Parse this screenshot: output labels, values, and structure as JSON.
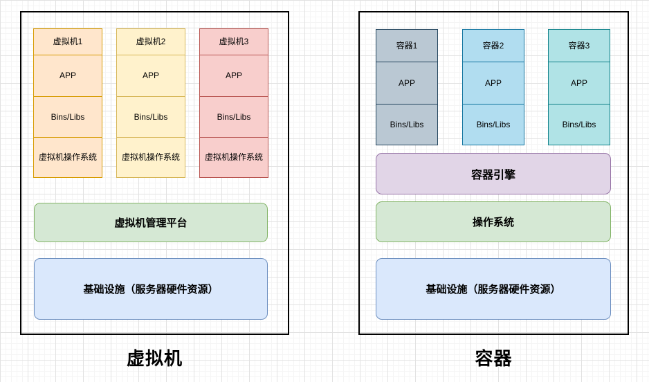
{
  "colors": {
    "vm1": {
      "fill": "#ffe6cc",
      "stroke": "#d79b00"
    },
    "vm2": {
      "fill": "#fff2cc",
      "stroke": "#d6b656"
    },
    "vm3": {
      "fill": "#f8cecc",
      "stroke": "#b85450"
    },
    "container1": {
      "fill": "#bac8d3",
      "stroke": "#23445d"
    },
    "container2": {
      "fill": "#b1ddf0",
      "stroke": "#10739e"
    },
    "container3": {
      "fill": "#b0e3e6",
      "stroke": "#0e8088"
    },
    "green": {
      "fill": "#d5e8d4",
      "stroke": "#82b366"
    },
    "blue": {
      "fill": "#dae8fc",
      "stroke": "#6c8ebf"
    },
    "purple": {
      "fill": "#e1d5e7",
      "stroke": "#9673a6"
    }
  },
  "vm": {
    "label": "虚拟机",
    "stacks": [
      {
        "title": "虚拟机1",
        "app": "APP",
        "bins": "Bins/Libs",
        "os": "虚拟机操作系统"
      },
      {
        "title": "虚拟机2",
        "app": "APP",
        "bins": "Bins/Libs",
        "os": "虚拟机操作系统"
      },
      {
        "title": "虚拟机3",
        "app": "APP",
        "bins": "Bins/Libs",
        "os": "虚拟机操作系统"
      }
    ],
    "management": "虚拟机管理平台",
    "infrastructure": "基础设施（服务器硬件资源）"
  },
  "container": {
    "label": "容器",
    "stacks": [
      {
        "title": "容器1",
        "app": "APP",
        "bins": "Bins/Libs"
      },
      {
        "title": "容器2",
        "app": "APP",
        "bins": "Bins/Libs"
      },
      {
        "title": "容器3",
        "app": "APP",
        "bins": "Bins/Libs"
      }
    ],
    "engine": "容器引擎",
    "os": "操作系统",
    "infrastructure": "基础设施（服务器硬件资源）"
  }
}
